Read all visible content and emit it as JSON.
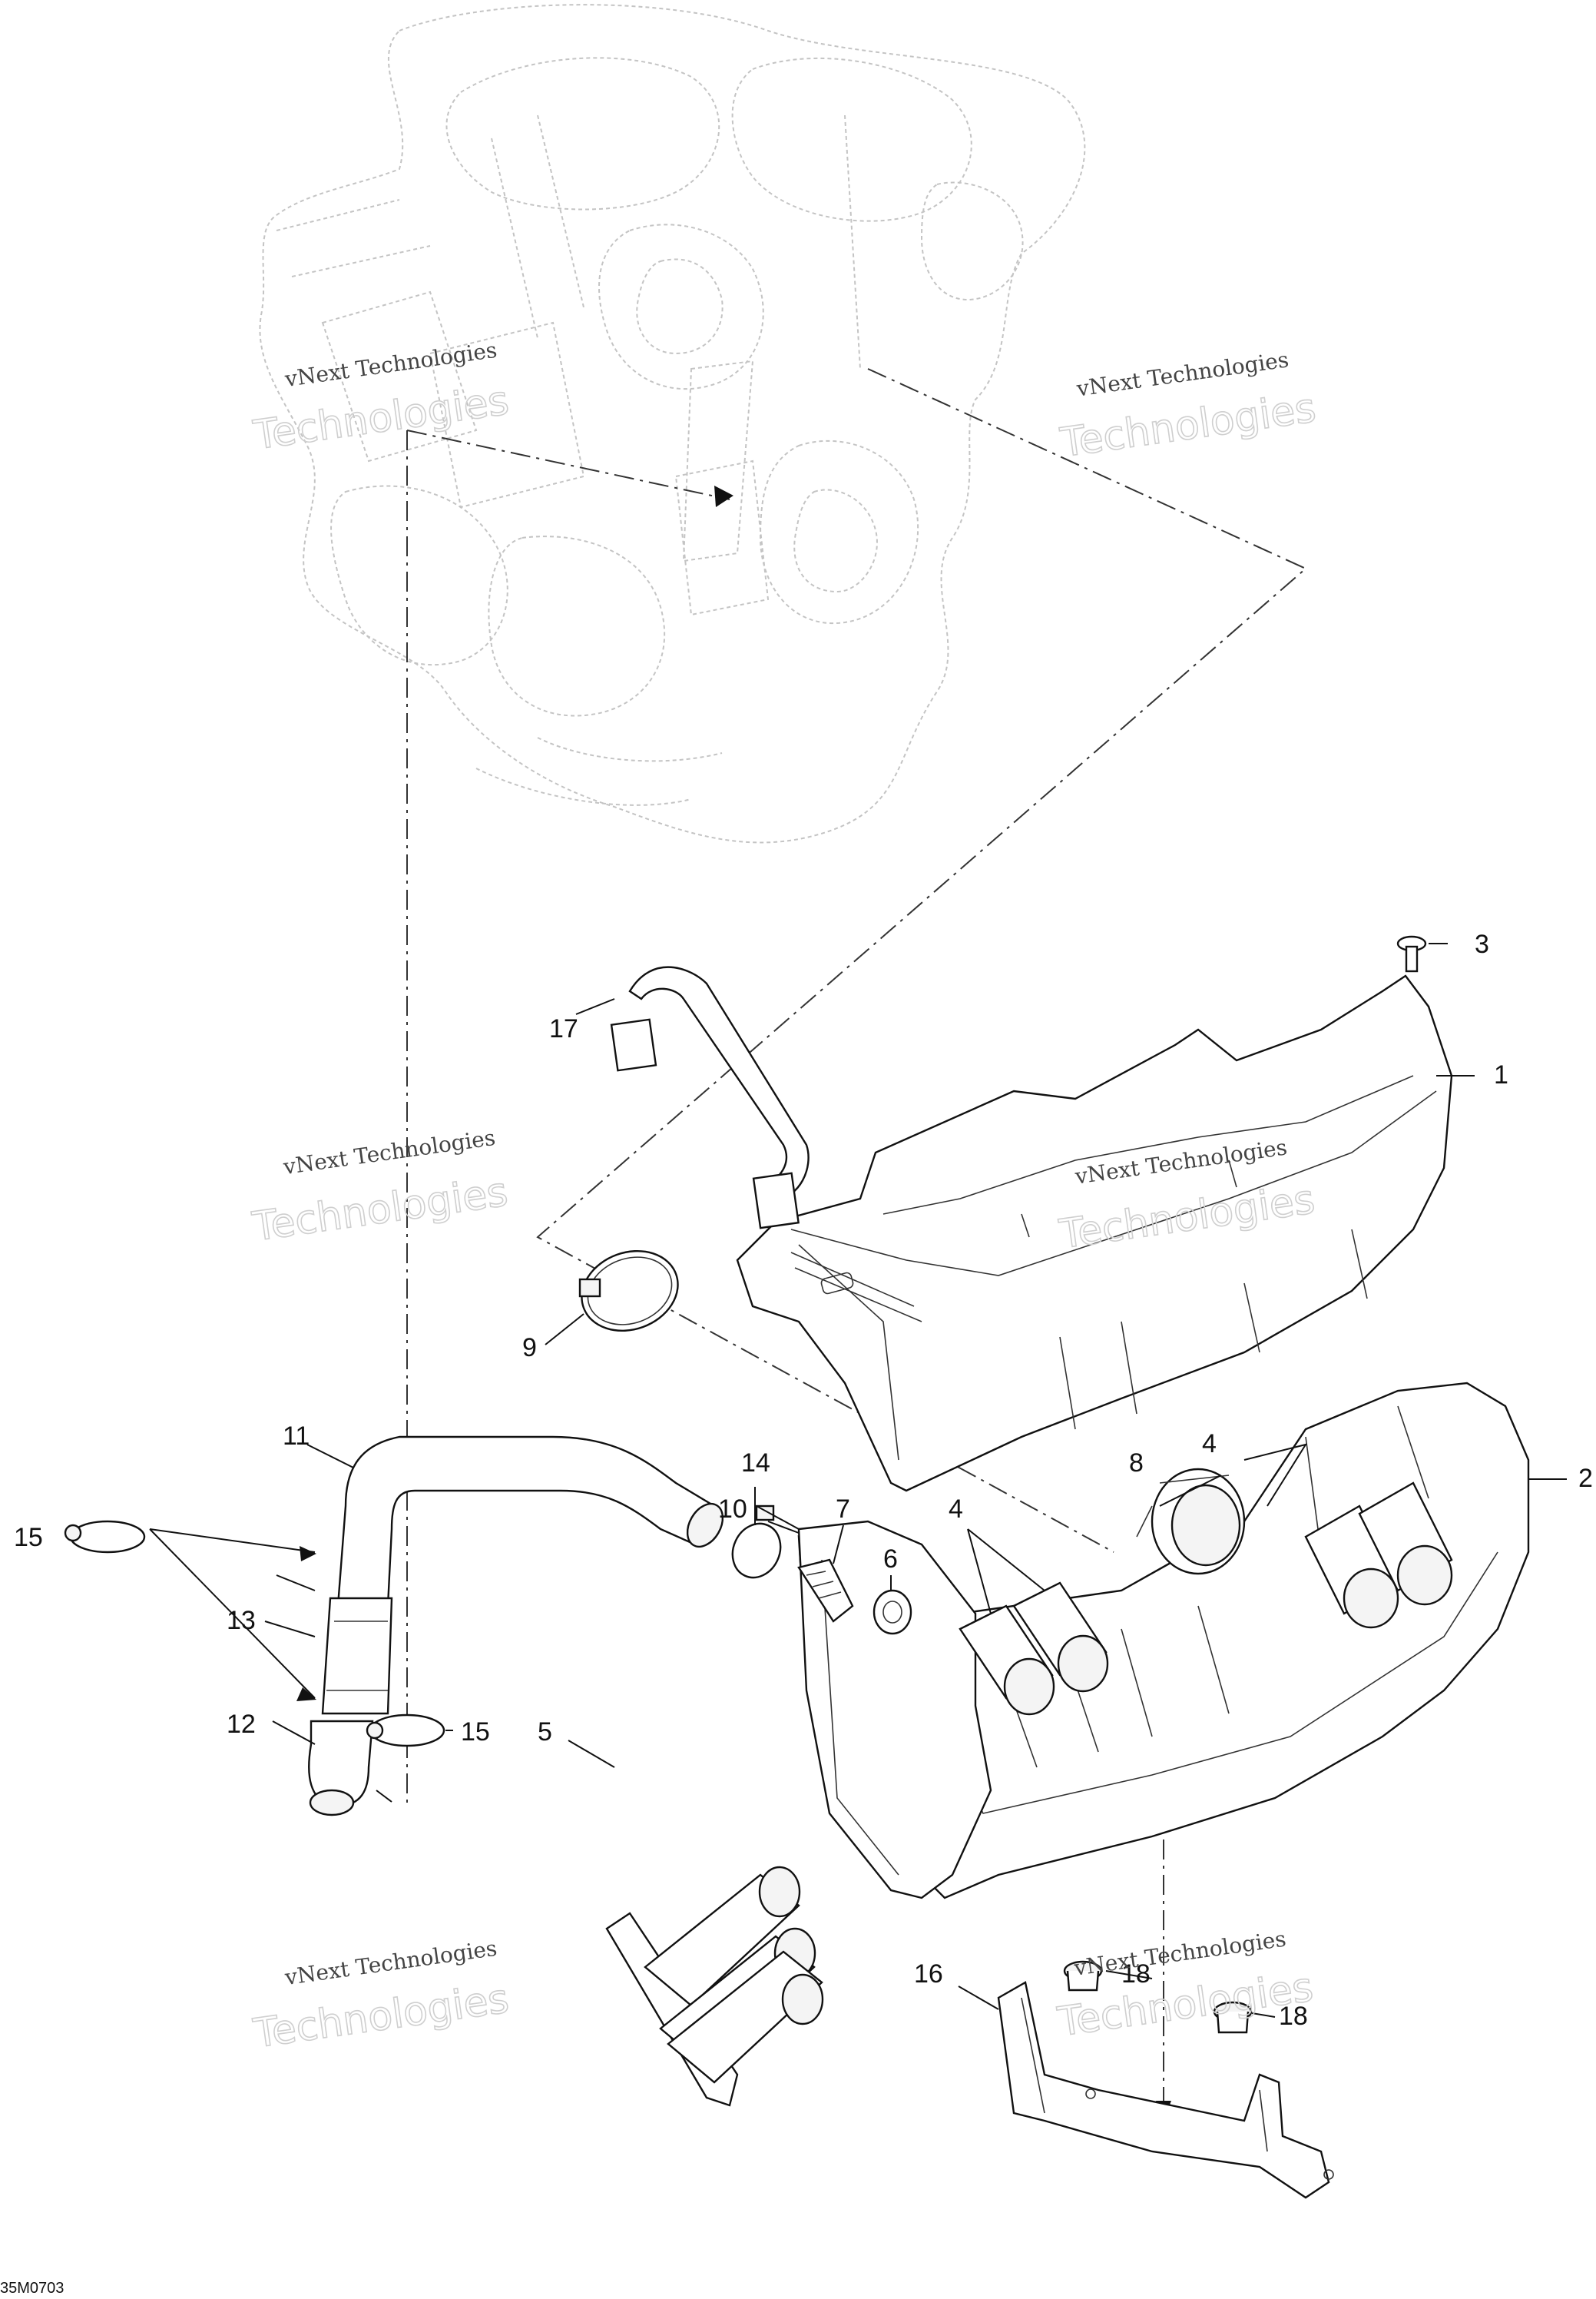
{
  "watermark": {
    "line1": "vNext Technologies",
    "line2": "Technologies"
  },
  "callouts": {
    "c1": "1",
    "c2": "2",
    "c3": "3",
    "c4a": "4",
    "c4b": "4",
    "c5": "5",
    "c6": "6",
    "c7": "7",
    "c8": "8",
    "c9": "9",
    "c10": "10",
    "c11": "11",
    "c12": "12",
    "c13": "13",
    "c14": "14",
    "c15a": "15",
    "c15b": "15",
    "c16": "16",
    "c17": "17",
    "c18a": "18",
    "c18b": "18"
  },
  "reference_code": "35M0703"
}
